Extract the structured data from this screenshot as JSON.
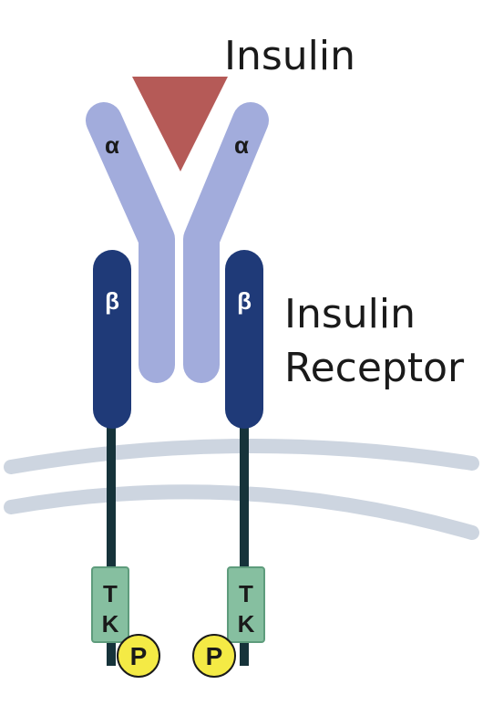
{
  "ligand": {
    "label": "Insulin"
  },
  "receptor": {
    "label_line1": "Insulin",
    "label_line2": "Receptor"
  },
  "subunits": {
    "alpha_left": "α",
    "alpha_right": "α",
    "beta_left": "β",
    "beta_right": "β"
  },
  "kinase": {
    "left_top": "T",
    "left_bottom": "K",
    "right_top": "T",
    "right_bottom": "K"
  },
  "phosphate": {
    "left": "P",
    "right": "P"
  },
  "colors": {
    "insulin": "#b55a57",
    "alpha": "#a2acdc",
    "beta": "#1f3a78",
    "membrane": "#cdd5e0",
    "tail": "#16333a",
    "kinase": "#86bfa0",
    "phosphate": "#f4ea45"
  }
}
